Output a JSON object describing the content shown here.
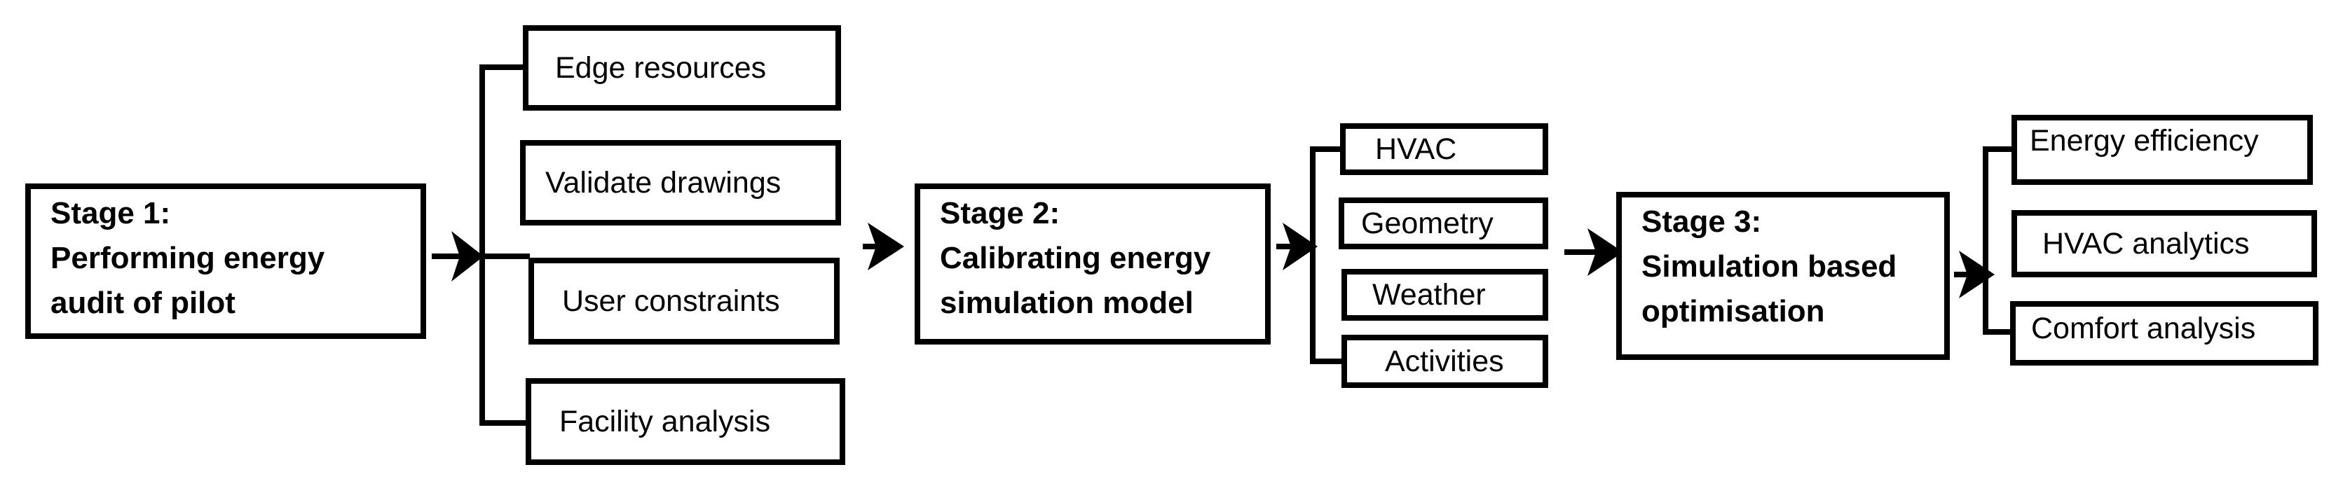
{
  "stages": [
    {
      "title": "Stage 1:",
      "lines": [
        "Performing energy",
        "audit of pilot"
      ]
    },
    {
      "title": "Stage 2:",
      "lines": [
        "Calibrating energy",
        "simulation model"
      ]
    },
    {
      "title": "Stage 3:",
      "lines": [
        "Simulation based",
        "optimisation"
      ]
    }
  ],
  "stage1_items": [
    "Edge resources",
    "Validate drawings",
    "User constraints",
    "Facility analysis"
  ],
  "stage2_items": [
    "HVAC",
    "Geometry",
    "Weather",
    "Activities"
  ],
  "stage3_items": [
    "Energy efficiency",
    "HVAC analytics",
    "Comfort analysis"
  ],
  "colors": {
    "stroke": "#000000",
    "background": "#ffffff"
  }
}
